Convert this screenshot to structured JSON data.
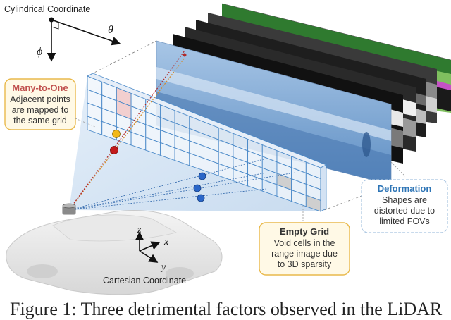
{
  "figure": {
    "cylindrical_label": "Cylindrical Coordinate",
    "theta_symbol": "θ",
    "phi_symbol": "ϕ",
    "cartesian_label": "Cartesian Coordinate",
    "axis_z": "z",
    "axis_x": "x",
    "axis_y": "y",
    "callouts": {
      "many_to_one": {
        "title": "Many-to-One",
        "lines": [
          "Adjacent points",
          "are mapped to",
          "the same grid"
        ]
      },
      "deformation": {
        "title": "Deformation",
        "lines": [
          "Shapes are",
          "distorted due to",
          "limited FOVs"
        ]
      },
      "empty_grid": {
        "title": "Empty Grid",
        "lines": [
          "Void cells in the",
          "range image due",
          "to 3D sparsity"
        ]
      }
    },
    "colors": {
      "many_to_one_title": "#c0504d",
      "many_to_one_border": "#e9b94b",
      "many_to_one_bg": "#fff9e6",
      "deformation_title": "#2e75b6",
      "deformation_border": "#a8c4e0",
      "empty_grid_border": "#e9b94b",
      "empty_grid_bg": "#fff9e6",
      "grid_line": "#4a89c8",
      "grid_fill": "#ffffff",
      "highlight_cell": "#f2cfcf",
      "empty_cell": "#cfcfcf",
      "beam_fill": "#c9ddf1"
    }
  },
  "caption": {
    "text": "Figure 1: Three detrimental factors observed in the LiDAR"
  }
}
